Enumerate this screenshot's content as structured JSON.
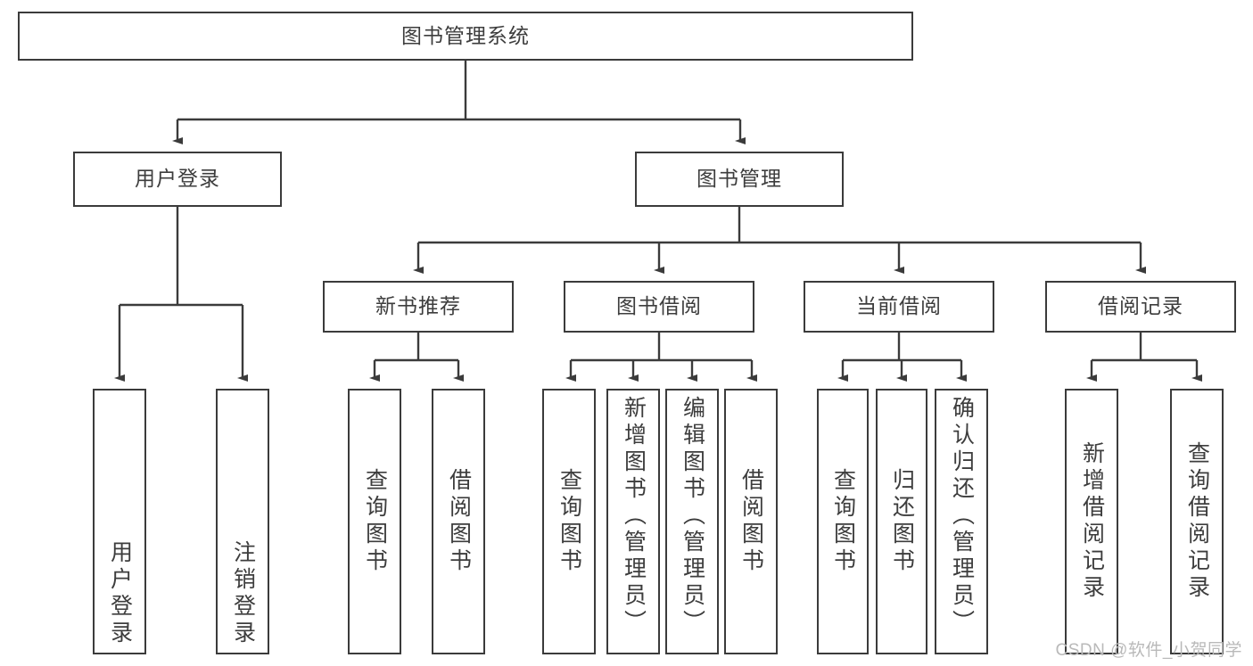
{
  "diagram": {
    "title": "图书管理系统",
    "type": "tree",
    "root": {
      "label": "图书管理系统"
    },
    "level2": [
      {
        "id": "user-login",
        "label": "用户登录"
      },
      {
        "id": "book-manage",
        "label": "图书管理"
      }
    ],
    "level3": [
      {
        "id": "new-book-recommend",
        "label": "新书推荐",
        "parent": "book-manage"
      },
      {
        "id": "book-borrow",
        "label": "图书借阅",
        "parent": "book-manage"
      },
      {
        "id": "current-borrow",
        "label": "当前借阅",
        "parent": "book-manage"
      },
      {
        "id": "borrow-record",
        "label": "借阅记录",
        "parent": "book-manage"
      }
    ],
    "leaves": [
      {
        "id": "leaf-user-login",
        "label": "用户登录",
        "parent": "user-login"
      },
      {
        "id": "leaf-logout",
        "label": "注销登录",
        "parent": "user-login"
      },
      {
        "id": "leaf-query-book-1",
        "label": "查询图书",
        "parent": "new-book-recommend"
      },
      {
        "id": "leaf-borrow-book-1",
        "label": "借阅图书",
        "parent": "new-book-recommend"
      },
      {
        "id": "leaf-query-book-2",
        "label": "查询图书",
        "parent": "book-borrow"
      },
      {
        "id": "leaf-add-book",
        "label": "新增图书（管理员）",
        "parent": "book-borrow"
      },
      {
        "id": "leaf-edit-book",
        "label": "编辑图书（管理员）",
        "parent": "book-borrow"
      },
      {
        "id": "leaf-borrow-book-2",
        "label": "借阅图书",
        "parent": "book-borrow"
      },
      {
        "id": "leaf-query-book-3",
        "label": "查询图书",
        "parent": "current-borrow"
      },
      {
        "id": "leaf-return-book",
        "label": "归还图书",
        "parent": "current-borrow"
      },
      {
        "id": "leaf-confirm-return",
        "label": "确认归还（管理员）",
        "parent": "current-borrow"
      },
      {
        "id": "leaf-add-record",
        "label": "新增借阅记录",
        "parent": "borrow-record"
      },
      {
        "id": "leaf-query-record",
        "label": "查询借阅记录",
        "parent": "borrow-record"
      }
    ]
  },
  "watermark": {
    "text": "CSDN @软件_小贺同学"
  },
  "colors": {
    "stroke": "#3b3b3b",
    "text": "#3d3d3d",
    "background": "#ffffff",
    "watermark": "#b9b9b9"
  }
}
